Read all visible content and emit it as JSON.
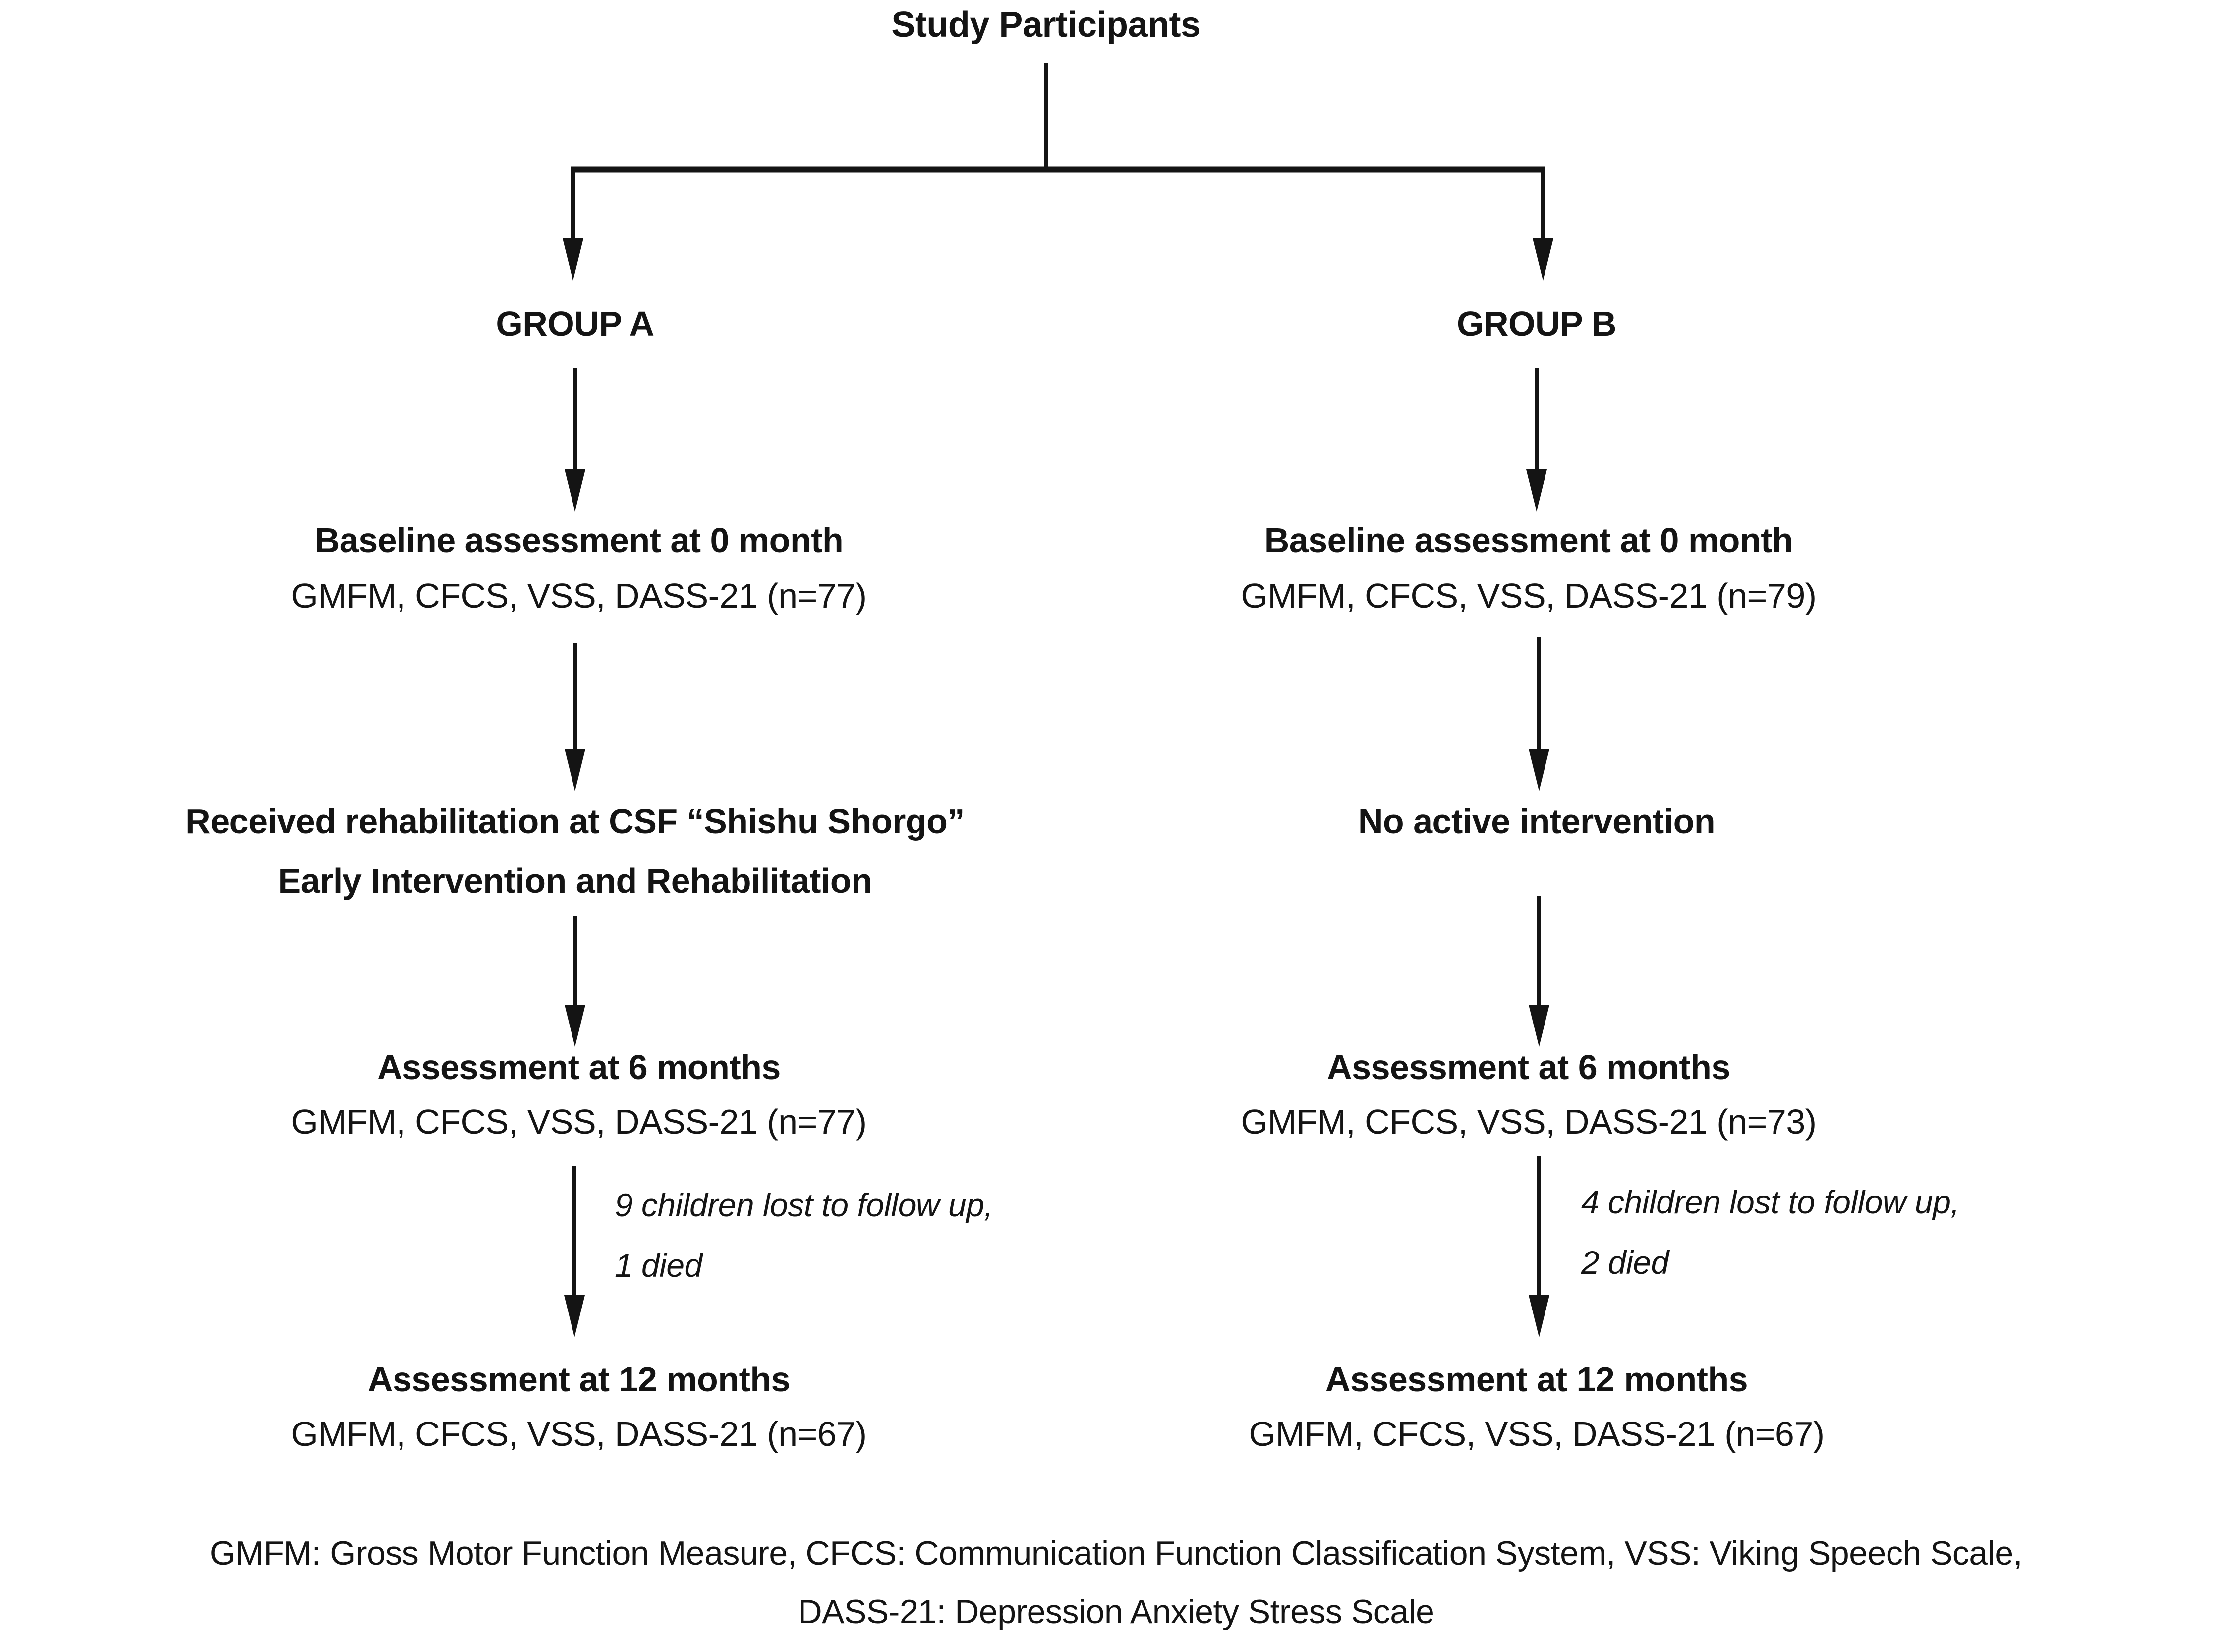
{
  "diagram": {
    "title": "Study Participants",
    "columns": [
      {
        "group_label": "GROUP A",
        "baseline": {
          "heading": "Baseline assessment at 0 month",
          "detail": "GMFM, CFCS, VSS, DASS-21 (n=77)"
        },
        "intervention": {
          "line1": "Received rehabilitation at CSF “Shishu Shorgo”",
          "line2": "Early Intervention and Rehabilitation"
        },
        "six_month": {
          "heading": "Assessment at 6 months",
          "detail": "GMFM, CFCS, VSS, DASS-21 (n=77)"
        },
        "attrition": {
          "line1": "9 children lost to follow up,",
          "line2": "1 died"
        },
        "twelve_month": {
          "heading": "Assessment at 12 months",
          "detail": "GMFM, CFCS, VSS, DASS-21 (n=67)"
        }
      },
      {
        "group_label": "GROUP B",
        "baseline": {
          "heading": "Baseline assessment at 0 month",
          "detail": "GMFM, CFCS, VSS, DASS-21 (n=79)"
        },
        "intervention": {
          "line1": "No active intervention"
        },
        "six_month": {
          "heading": "Assessment at 6 months",
          "detail": "GMFM, CFCS, VSS, DASS-21 (n=73)"
        },
        "attrition": {
          "line1": "4 children lost to follow up,",
          "line2": "2 died"
        },
        "twelve_month": {
          "heading": "Assessment at 12 months",
          "detail": "GMFM, CFCS, VSS, DASS-21 (n=67)"
        }
      }
    ],
    "footnote_line1": "GMFM: Gross Motor Function Measure, CFCS: Communication Function Classification System, VSS: Viking Speech Scale,",
    "footnote_line2": "DASS-21: Depression Anxiety Stress Scale",
    "colors": {
      "text": "#141414",
      "line": "#141414",
      "background": "#ffffff"
    }
  }
}
